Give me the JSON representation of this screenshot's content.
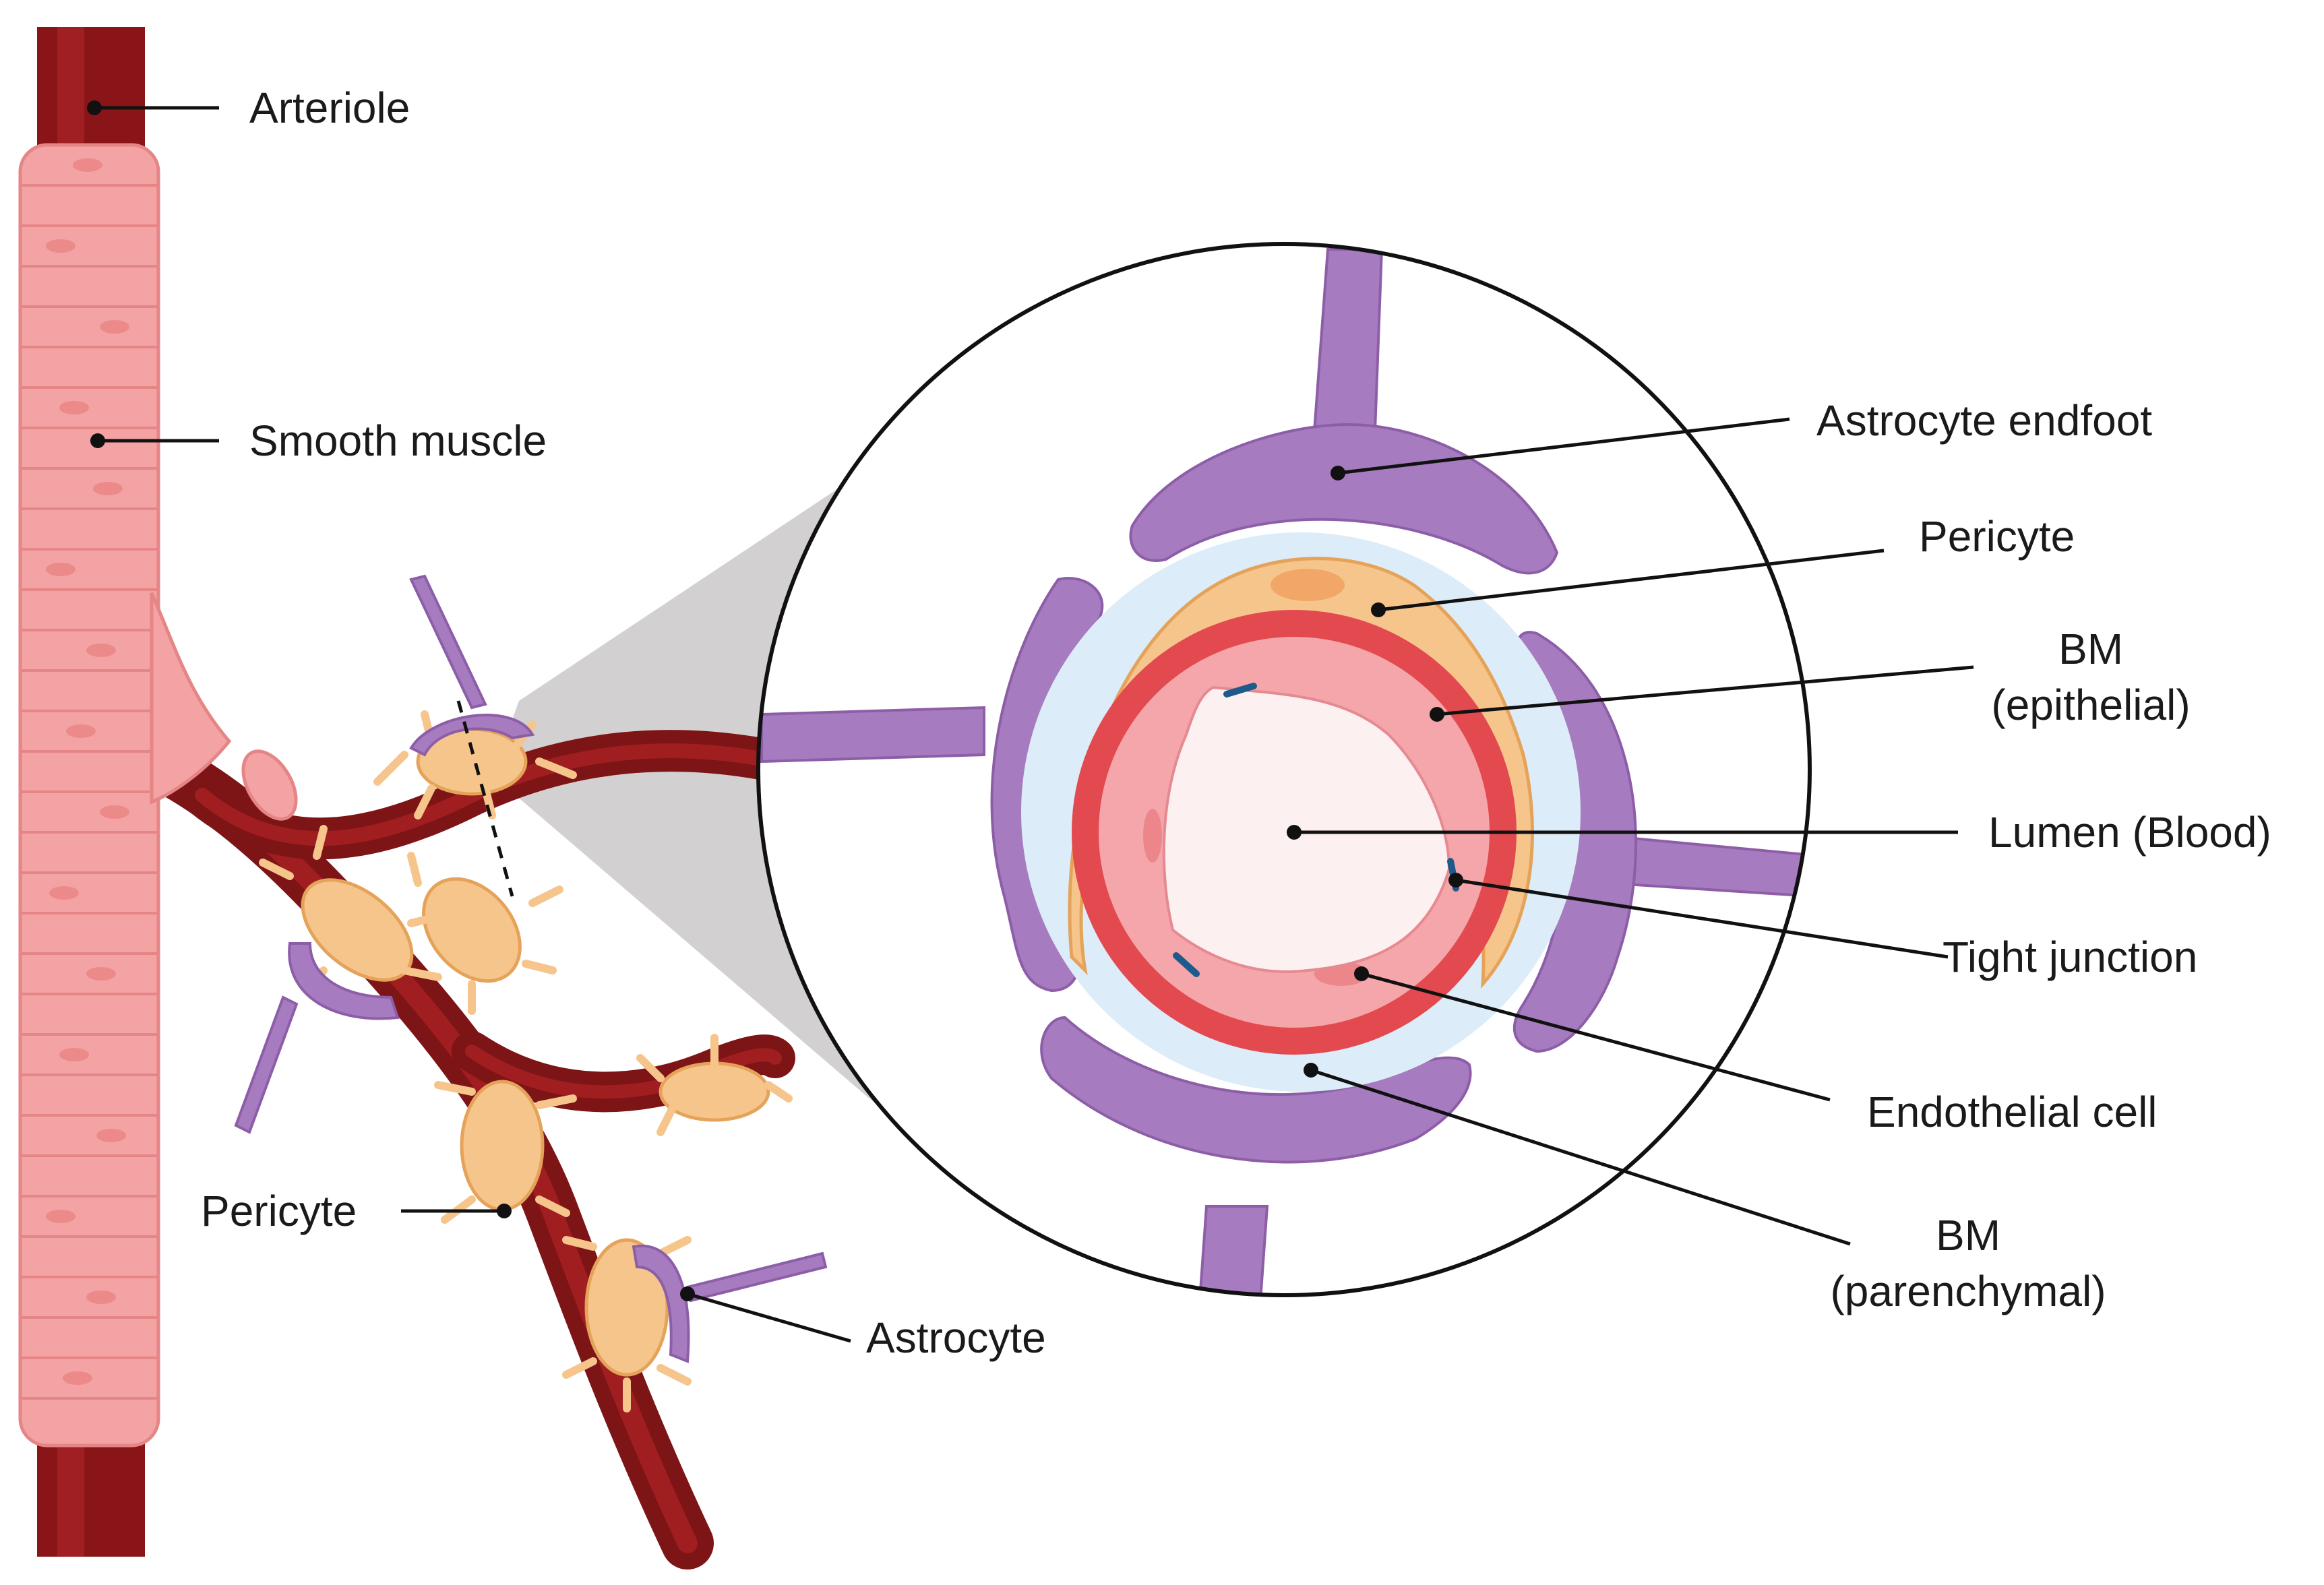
{
  "labels": {
    "arteriole": "Arteriole",
    "smooth_muscle": "Smooth muscle",
    "pericyte_left": "Pericyte",
    "astrocyte": "Astrocyte",
    "astrocyte_endfoot": "Astrocyte endfoot",
    "pericyte_right": "Pericyte",
    "bm_epithelial_line1": "BM",
    "bm_epithelial_line2": "(epithelial)",
    "lumen": "Lumen (Blood)",
    "tight_junction": "Tight junction",
    "endothelial_cell": "Endothelial cell",
    "bm_parenchymal_line1": "BM",
    "bm_parenchymal_line2": "(parenchymal)"
  },
  "colors": {
    "vessel_dark": "#7d1416",
    "vessel_mid": "#a01d20",
    "smooth_muscle": "#f3a3a3",
    "smooth_muscle_line": "#e58585",
    "pericyte": "#f6c58c",
    "pericyte_line": "#e5a35a",
    "astrocyte": "#a77bbf",
    "astrocyte_line": "#8d5ea8",
    "basement_membrane": "#dcecf8",
    "endothelium": "#e24a4f",
    "endothelium_inner": "#f4a6aa",
    "lumen": "#fdf0f1",
    "tight_junction": "#1f5a8c",
    "zoom_cone": "#d2d0d0"
  }
}
